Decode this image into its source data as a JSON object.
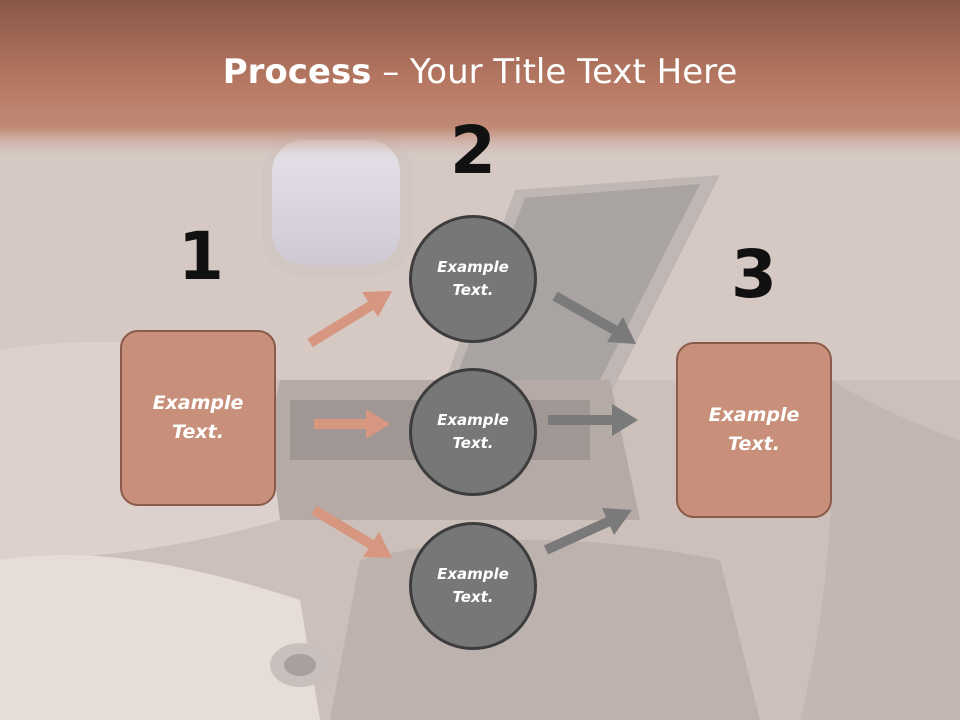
{
  "title": {
    "bold": "Process",
    "rest": " – Your Title Text Here"
  },
  "numbers": {
    "n1": "1",
    "n2": "2",
    "n3": "3"
  },
  "box_left": {
    "line1": "Example",
    "line2": "Text."
  },
  "box_right": {
    "line1": "Example",
    "line2": "Text."
  },
  "circles": [
    {
      "line1": "Example",
      "line2": "Text."
    },
    {
      "line1": "Example",
      "line2": "Text."
    },
    {
      "line1": "Example",
      "line2": "Text."
    }
  ],
  "colors": {
    "header_band": "#b97a65",
    "box_fill": "#c8907a",
    "circle_fill": "#777777",
    "arrow_salmon": "#d69680",
    "arrow_gray": "#7a7a7a"
  }
}
